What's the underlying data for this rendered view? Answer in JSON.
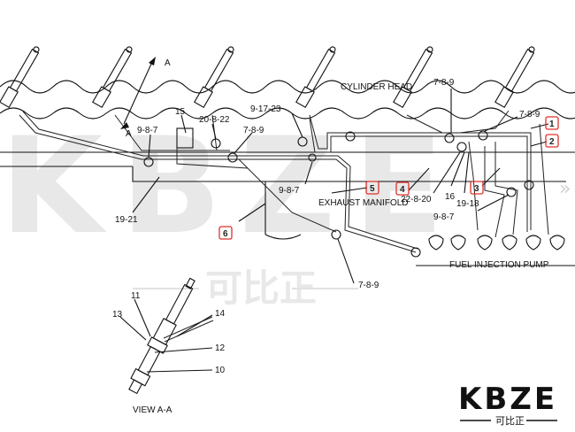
{
  "watermark": {
    "large": "KBZE",
    "cn": "可比正"
  },
  "logo": {
    "brand": "KBZE",
    "cn": "可比正"
  },
  "labels": {
    "cylinder_head": "CYLINDER HEAD",
    "exhaust_manifold": "EXHAUST MANIFOLD",
    "fuel_injection_pump": "FUEL INJECTION PUMP",
    "view_aa": "VIEW A-A",
    "arrow_a_top": "A",
    "arrow_a_bottom": "A",
    "p15": "15",
    "p9_8_7_left": "9-8-7",
    "p20_8_22": "20-8-22",
    "p7_8_9_mid": "7-8-9",
    "p9_17_23": "9-17-23",
    "p7_8_9_top": "7-8-9",
    "p7_8_9_right": "7-8-9",
    "p19_21": "19-21",
    "p9_8_7_center": "9-8-7",
    "p22_8_20": "22-8-20",
    "p16": "16",
    "p19_18": "19-18",
    "p9_8_7_lower": "9-8-7",
    "p7_8_9_bottom": "7-8-9",
    "p11": "11",
    "p13": "13",
    "p14": "14",
    "p12": "12",
    "p10": "10"
  },
  "callouts": [
    "1",
    "2",
    "3",
    "4",
    "5",
    "6"
  ],
  "colors": {
    "callout_border": "#e0302a",
    "line": "#111111",
    "watermark": "#e8e8e8"
  }
}
